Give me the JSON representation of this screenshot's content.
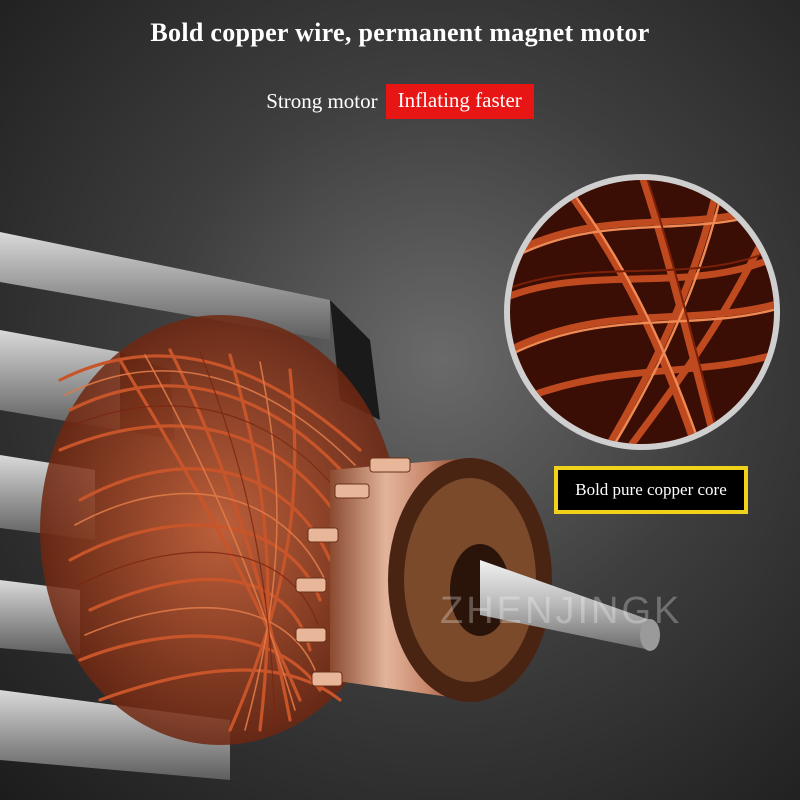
{
  "header": {
    "headline": "Bold copper wire, permanent magnet motor",
    "subtitle_left": "Strong motor",
    "subtitle_badge": "Inflating faster"
  },
  "callout": {
    "label": "Bold pure copper core"
  },
  "watermark": {
    "text": "ZHENJINGK"
  },
  "colors": {
    "badge_red": "#e81515",
    "callout_border": "#f1d21a",
    "copper": "#b84a22",
    "background_dark": "#2a2a2a"
  }
}
